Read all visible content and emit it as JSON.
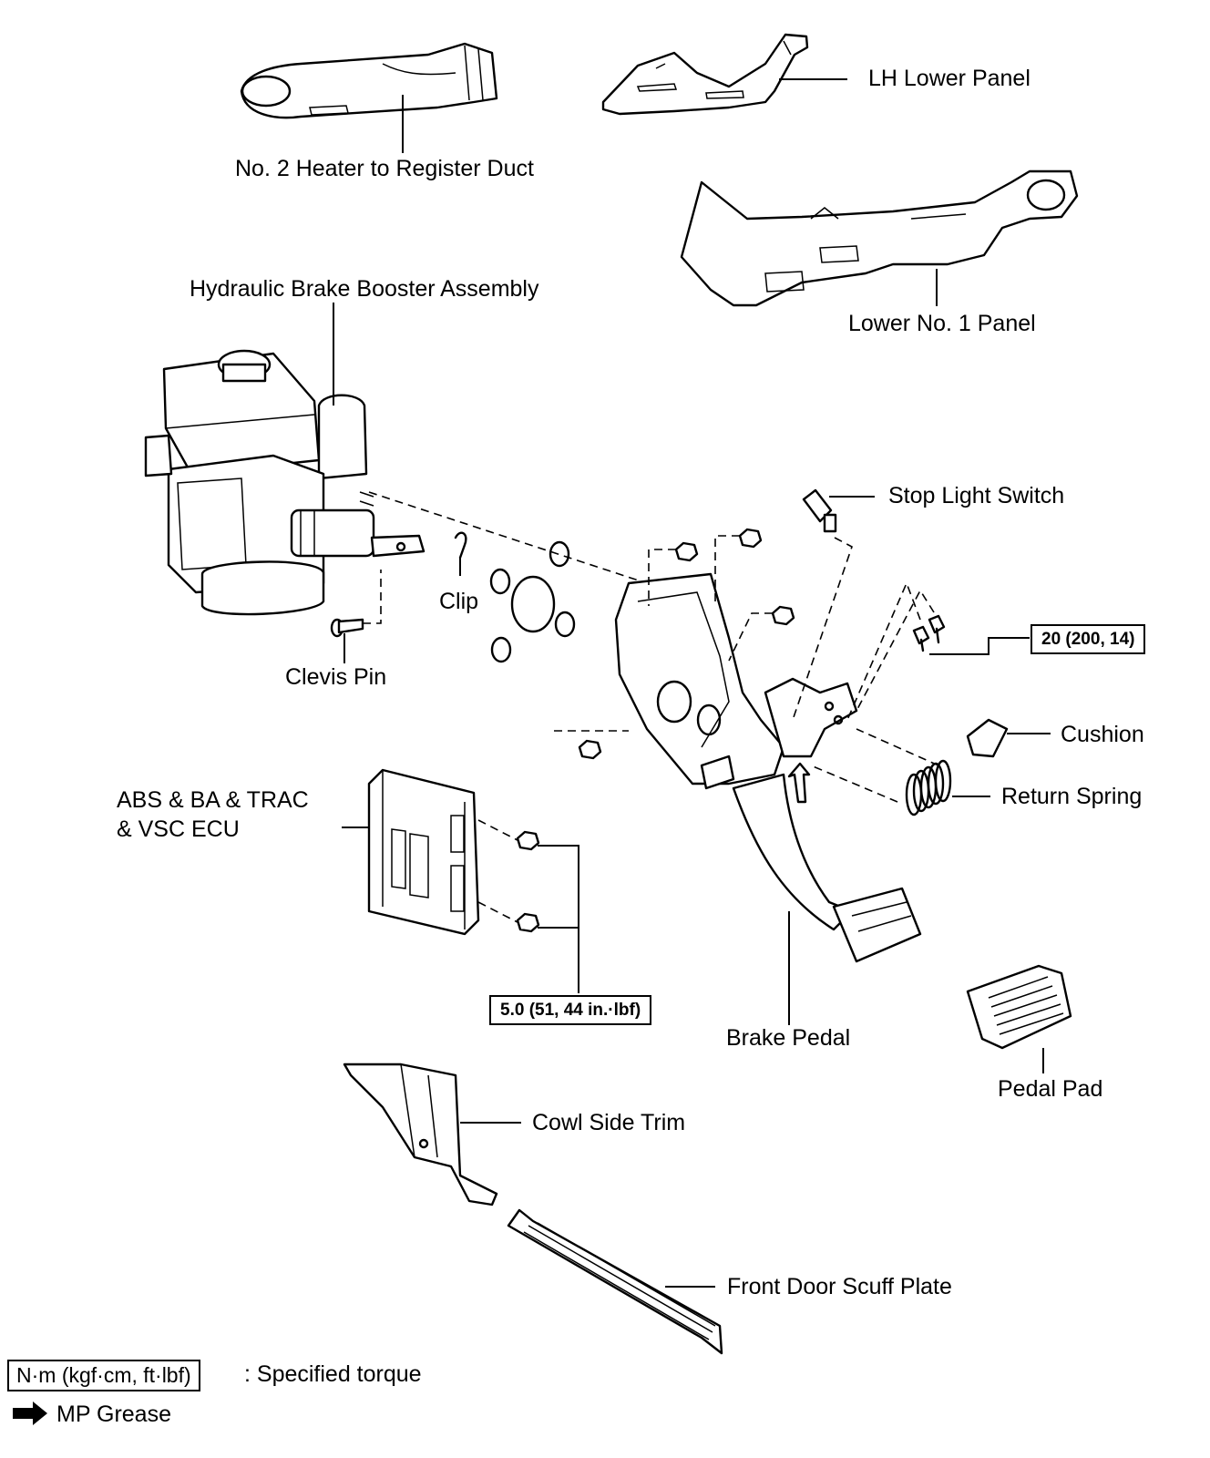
{
  "labels": {
    "heater_duct": "No. 2 Heater to Register Duct",
    "lh_lower_panel": "LH Lower Panel",
    "lower_no1_panel": "Lower No. 1 Panel",
    "brake_booster": "Hydraulic Brake Booster Assembly",
    "stop_light_switch": "Stop Light Switch",
    "clip": "Clip",
    "clevis_pin": "Clevis Pin",
    "cushion": "Cushion",
    "return_spring": "Return Spring",
    "ecu_line1": "ABS & BA & TRAC",
    "ecu_line2": "& VSC ECU",
    "brake_pedal": "Brake Pedal",
    "pedal_pad": "Pedal Pad",
    "cowl_side_trim": "Cowl Side Trim",
    "scuff_plate": "Front Door Scuff Plate"
  },
  "torque_specs": {
    "pedal_bolts": "20 (200, 14)",
    "ecu_nuts": "5.0 (51, 44 in.·lbf)"
  },
  "legend": {
    "torque_unit": "N·m (kgf·cm, ft·lbf)",
    "torque_desc": ": Specified torque",
    "grease": "MP Grease"
  }
}
